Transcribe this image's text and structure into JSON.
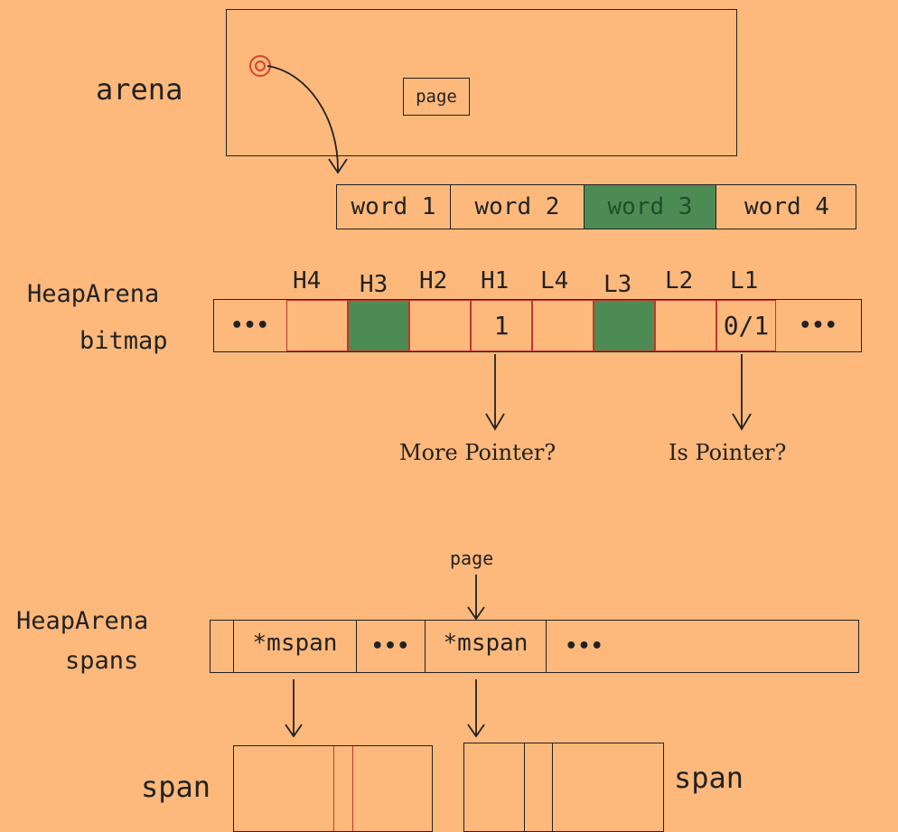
{
  "arena": {
    "label": "arena",
    "page_label": "page",
    "words": [
      "word 1",
      "word 2",
      "word 3",
      "word 4"
    ],
    "highlighted_word": "word 3"
  },
  "bitmap": {
    "label_line1": "HeapArena",
    "label_line2": "bitmap",
    "ellipsis": "•••",
    "headers": [
      "H4",
      "H3",
      "H2",
      "H1",
      "L4",
      "L3",
      "L2",
      "L1"
    ],
    "h1_value": "1",
    "l1_value": "0/1",
    "more_pointer_label": "More Pointer?",
    "is_pointer_label": "Is Pointer?"
  },
  "spans": {
    "label_line1": "HeapArena",
    "label_line2": "spans",
    "page_label": "page",
    "mspan_label": "*mspan",
    "ellipsis": "•••",
    "span_label": "span"
  },
  "colors": {
    "background": "#fdb97c",
    "highlight_green": "#4d8b55",
    "word3_text": "#1f4f2a",
    "bitmap_cell_border": "#c0392b",
    "cursor_red": "#d8432e"
  }
}
